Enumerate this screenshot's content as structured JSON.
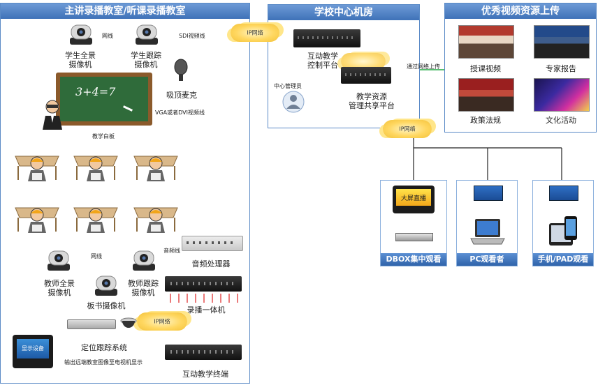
{
  "panels": {
    "classroom_title": "主讲录播教室/听课录播教室",
    "center_title": "学校中心机房",
    "upload_title": "优秀视频资源上传"
  },
  "classroom": {
    "student_panorama_cam": "学生全景\n摄像机",
    "student_tracking_cam": "学生跟踪\n摄像机",
    "net_line_1": "网线",
    "sdi_line": "SDI视频线",
    "mic": "吸顶麦克",
    "vga_line": "VGA或者DVI视频线",
    "blackboard_text": "3+4=7",
    "teaching_whiteboard": "教学白板",
    "audio_processor": "音频处理器",
    "audio_line": "音频线",
    "net_line_2": "网线",
    "teacher_panorama_cam": "教师全景\n摄像机",
    "teacher_tracking_cam": "教师跟踪\n摄像机",
    "board_cam": "板书摄像机",
    "recorder": "录播一体机",
    "positioning_system": "定位跟踪系统",
    "ip_network": "IP网络",
    "display_screen_text": "显示设备",
    "output_note": "输出远端教室图像至电视机显示",
    "interactive_terminal": "互动教学终端"
  },
  "center": {
    "ip_network": "IP网络",
    "control_platform": "互动教学\n控制平台",
    "resource_platform": "教学资源\n管理共享平台",
    "admin": "中心管理员",
    "upload_via_net": "通过网络上传",
    "ip_network_2": "IP网络"
  },
  "upload": {
    "items": [
      "授课视频",
      "专家报告",
      "政策法规",
      "文化活动"
    ]
  },
  "viewing": {
    "dbox_screen_text": "大屏直播",
    "dbox_label": "DBOX集中观看",
    "pc_label": "PC观看者",
    "mobile_label": "手机/PAD观看"
  },
  "colors": {
    "panel_blue": "#3f72b8",
    "green_line": "#22aa44",
    "cloud_yellow": "#ffd760"
  }
}
